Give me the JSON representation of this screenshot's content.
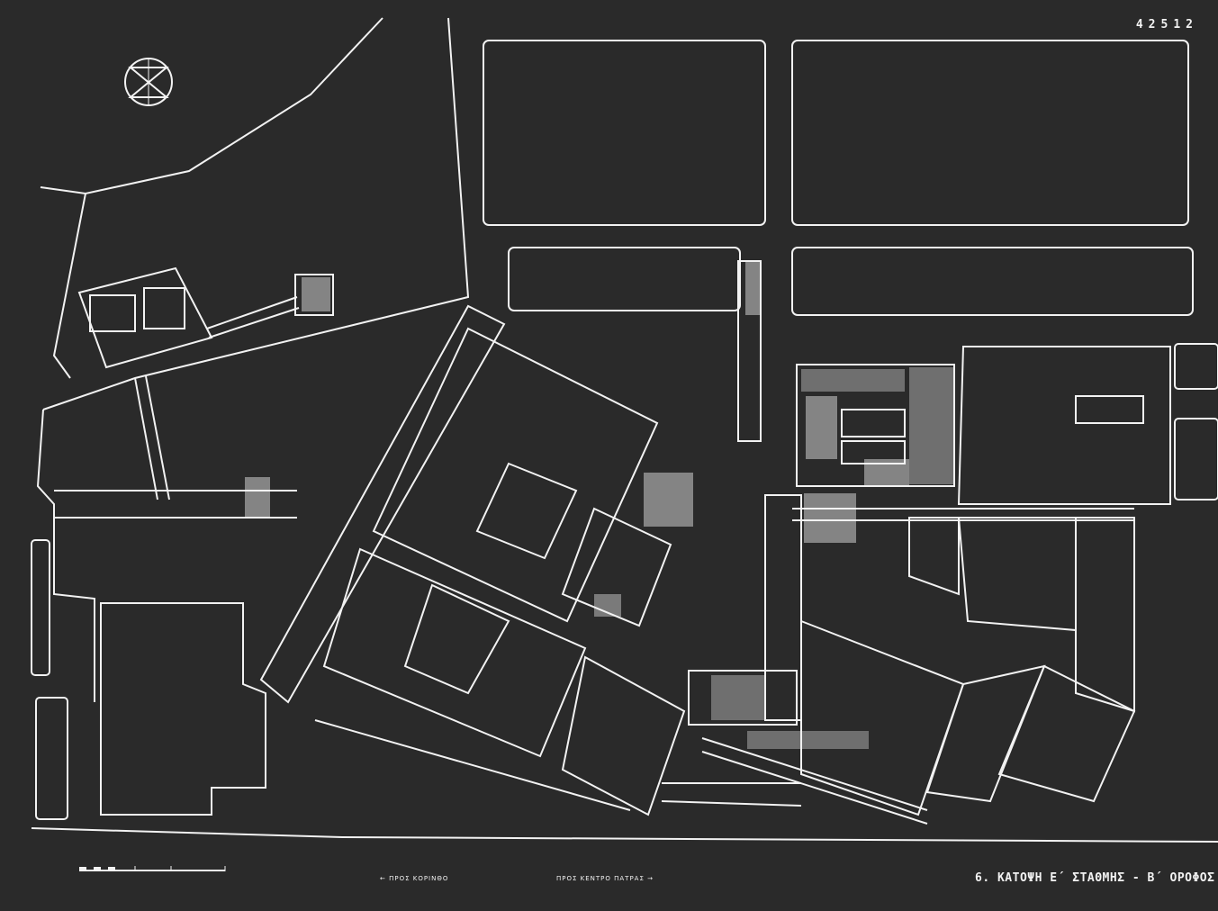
{
  "sheet": {
    "number": "42512",
    "title": "6. ΚΑΤΟΨΗ Ε΄ ΣΤΑΘΜΗΣ - Β΄ ΟΡΟΦΟΣ"
  },
  "directions": {
    "left": "← ΠΡΟΣ ΚΟΡΙΝΘΟ",
    "right": "ΠΡΟΣ ΚΕΝΤΡΟ ΠΑΤΡΑΣ →"
  },
  "colors": {
    "background": "#2a2a2a",
    "linework": "#f2f2f2"
  }
}
